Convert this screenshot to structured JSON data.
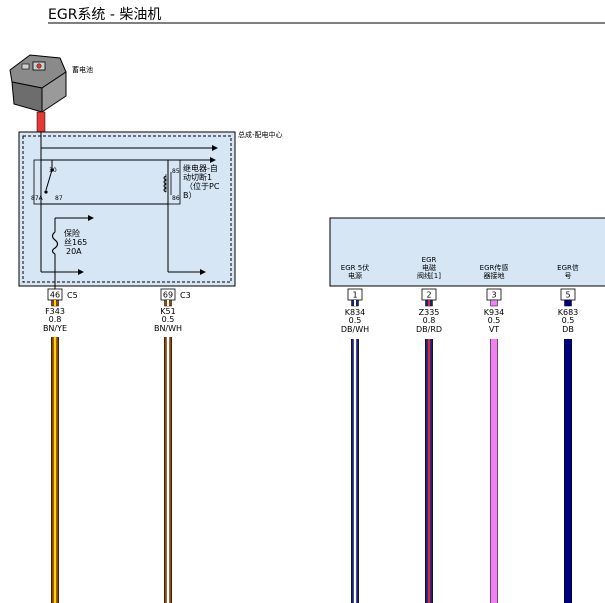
{
  "title": "EGR系统 - 柴油机",
  "battery": {
    "label": "蓄电池"
  },
  "fuse_box": {
    "label": "总成-配电中心"
  },
  "relay": {
    "label_lines": [
      "继电器-自",
      "动切断1",
      "（位于PC",
      "B）"
    ],
    "pins": {
      "p30": "30",
      "p85": "85",
      "p87a": "87A",
      "p87": "87",
      "p86": "86"
    }
  },
  "fuse": {
    "label_lines": [
      "保险",
      "丝165",
      "20A"
    ]
  },
  "ecu": {
    "pins": [
      {
        "label_lines": [
          "EGR 5伏",
          "电源"
        ],
        "pin": "1",
        "wire": "K834",
        "gauge": "0.5",
        "color_code": "DB/WH",
        "colors": [
          "#1a237e",
          "#ffffff"
        ]
      },
      {
        "label_lines": [
          "EGR",
          "电磁",
          "阀线[1]"
        ],
        "pin": "2",
        "wire": "Z335",
        "gauge": "0.8",
        "color_code": "DB/RD",
        "colors": [
          "#1a237e",
          "#d32f2f"
        ]
      },
      {
        "label_lines": [
          "EGR传感",
          "器接地"
        ],
        "pin": "3",
        "wire": "K934",
        "gauge": "0.5",
        "color_code": "VT",
        "colors": [
          "#ee82ee"
        ]
      },
      {
        "label_lines": [
          "EGR信",
          "号"
        ],
        "pin": "5",
        "wire": "K683",
        "gauge": "0.5",
        "color_code": "DB",
        "colors": [
          "#000080"
        ]
      }
    ]
  },
  "outputs": [
    {
      "pin": "46",
      "connector": "C5",
      "wire": "F343",
      "gauge": "0.8",
      "color_code": "BN/YE",
      "colors": [
        "#8b4513",
        "#ffd700"
      ]
    },
    {
      "pin": "69",
      "connector": "C3",
      "wire": "K51",
      "gauge": "0.5",
      "color_code": "BN/WH",
      "colors": [
        "#8b4513",
        "#ffffff"
      ]
    }
  ],
  "colors": {
    "module_fill": "#d6e6f4",
    "battery_post": "#e53935",
    "outline": "#000000"
  }
}
